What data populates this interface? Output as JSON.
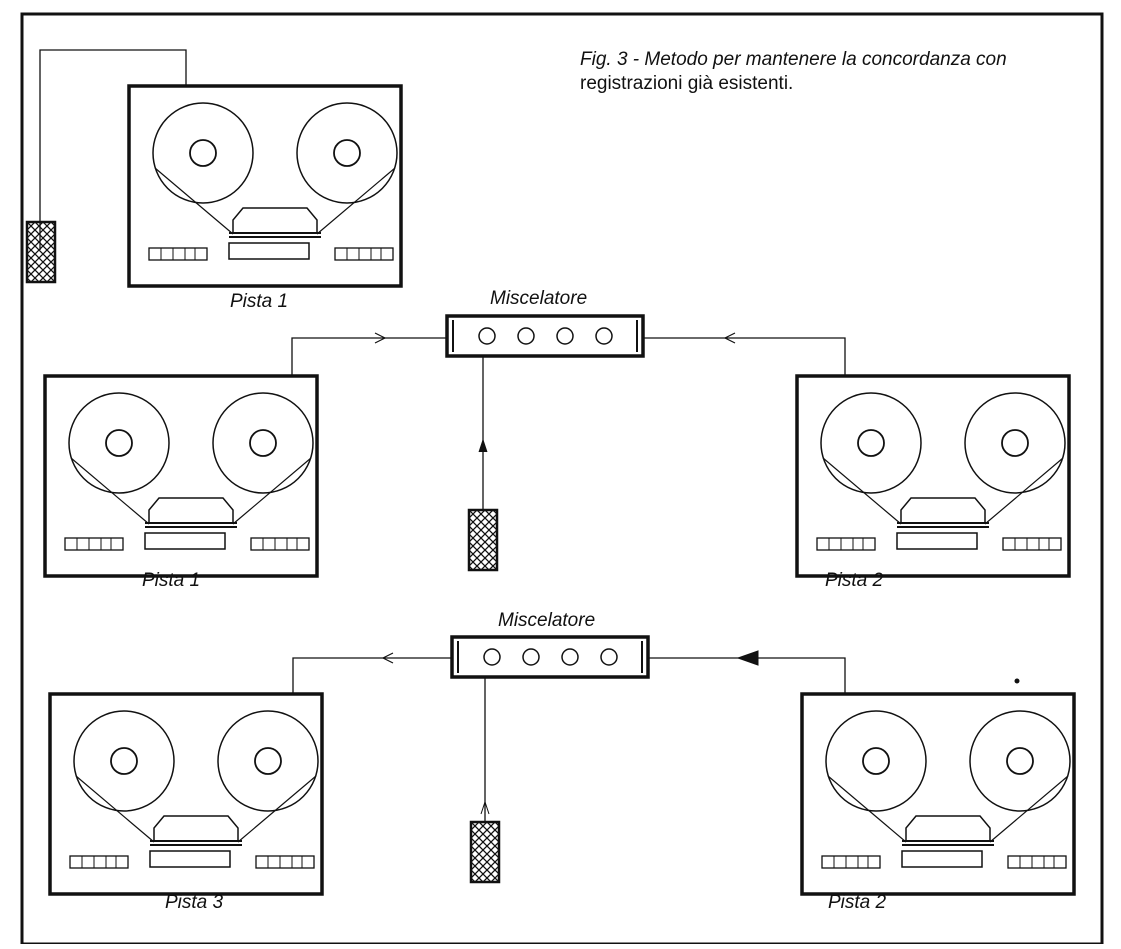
{
  "caption": {
    "figure": "Fig. 3 - Metodo per mantenere la concordanza con",
    "line2": "registrazioni già esistenti."
  },
  "labels": {
    "top_deck": "Pista 1",
    "mixer_1": "Miscelatore",
    "mid_left_deck": "Pista 1",
    "mid_right_deck": "Pista 2",
    "mixer_2": "Miscelatore",
    "bottom_left_deck": "Pista 3",
    "bottom_right_deck": "Pista 2"
  }
}
